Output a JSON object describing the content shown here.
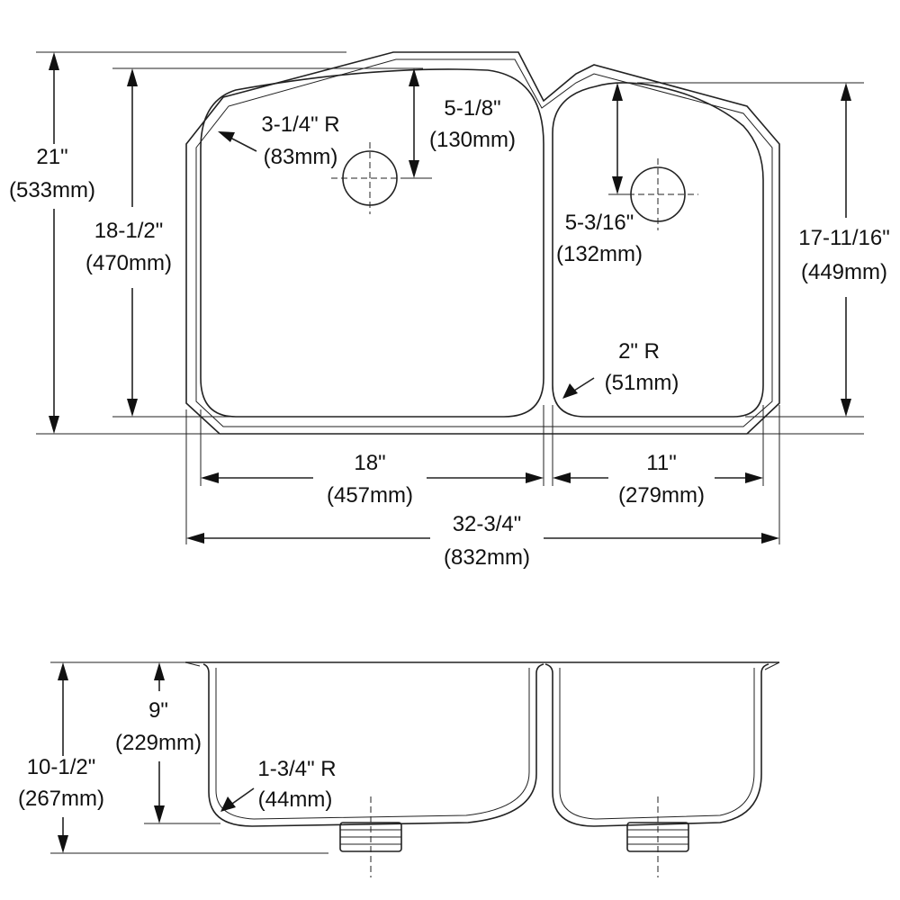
{
  "top_view": {
    "overall_depth": {
      "inch": "21\"",
      "mm": "(533mm)"
    },
    "left_bowl_depth": {
      "inch": "18-1/2\"",
      "mm": "(470mm)"
    },
    "right_bowl_depth": {
      "inch": "17-11/16\"",
      "mm": "(449mm)"
    },
    "corner_radius_left": {
      "inch": "3-1/4\" R",
      "mm": "(83mm)"
    },
    "drain_offset_left": {
      "inch": "5-1/8\"",
      "mm": "(130mm)"
    },
    "drain_offset_right": {
      "inch": "5-3/16\"",
      "mm": "(132mm)"
    },
    "corner_radius_right": {
      "inch": "2\" R",
      "mm": "(51mm)"
    },
    "left_bowl_width": {
      "inch": "18\"",
      "mm": "(457mm)"
    },
    "right_bowl_width": {
      "inch": "11\"",
      "mm": "(279mm)"
    },
    "overall_width": {
      "inch": "32-3/4\"",
      "mm": "(832mm)"
    }
  },
  "side_view": {
    "overall_height": {
      "inch": "10-1/2\"",
      "mm": "(267mm)"
    },
    "bowl_depth": {
      "inch": "9\"",
      "mm": "(229mm)"
    },
    "bottom_radius": {
      "inch": "1-3/4\" R",
      "mm": "(44mm)"
    }
  }
}
